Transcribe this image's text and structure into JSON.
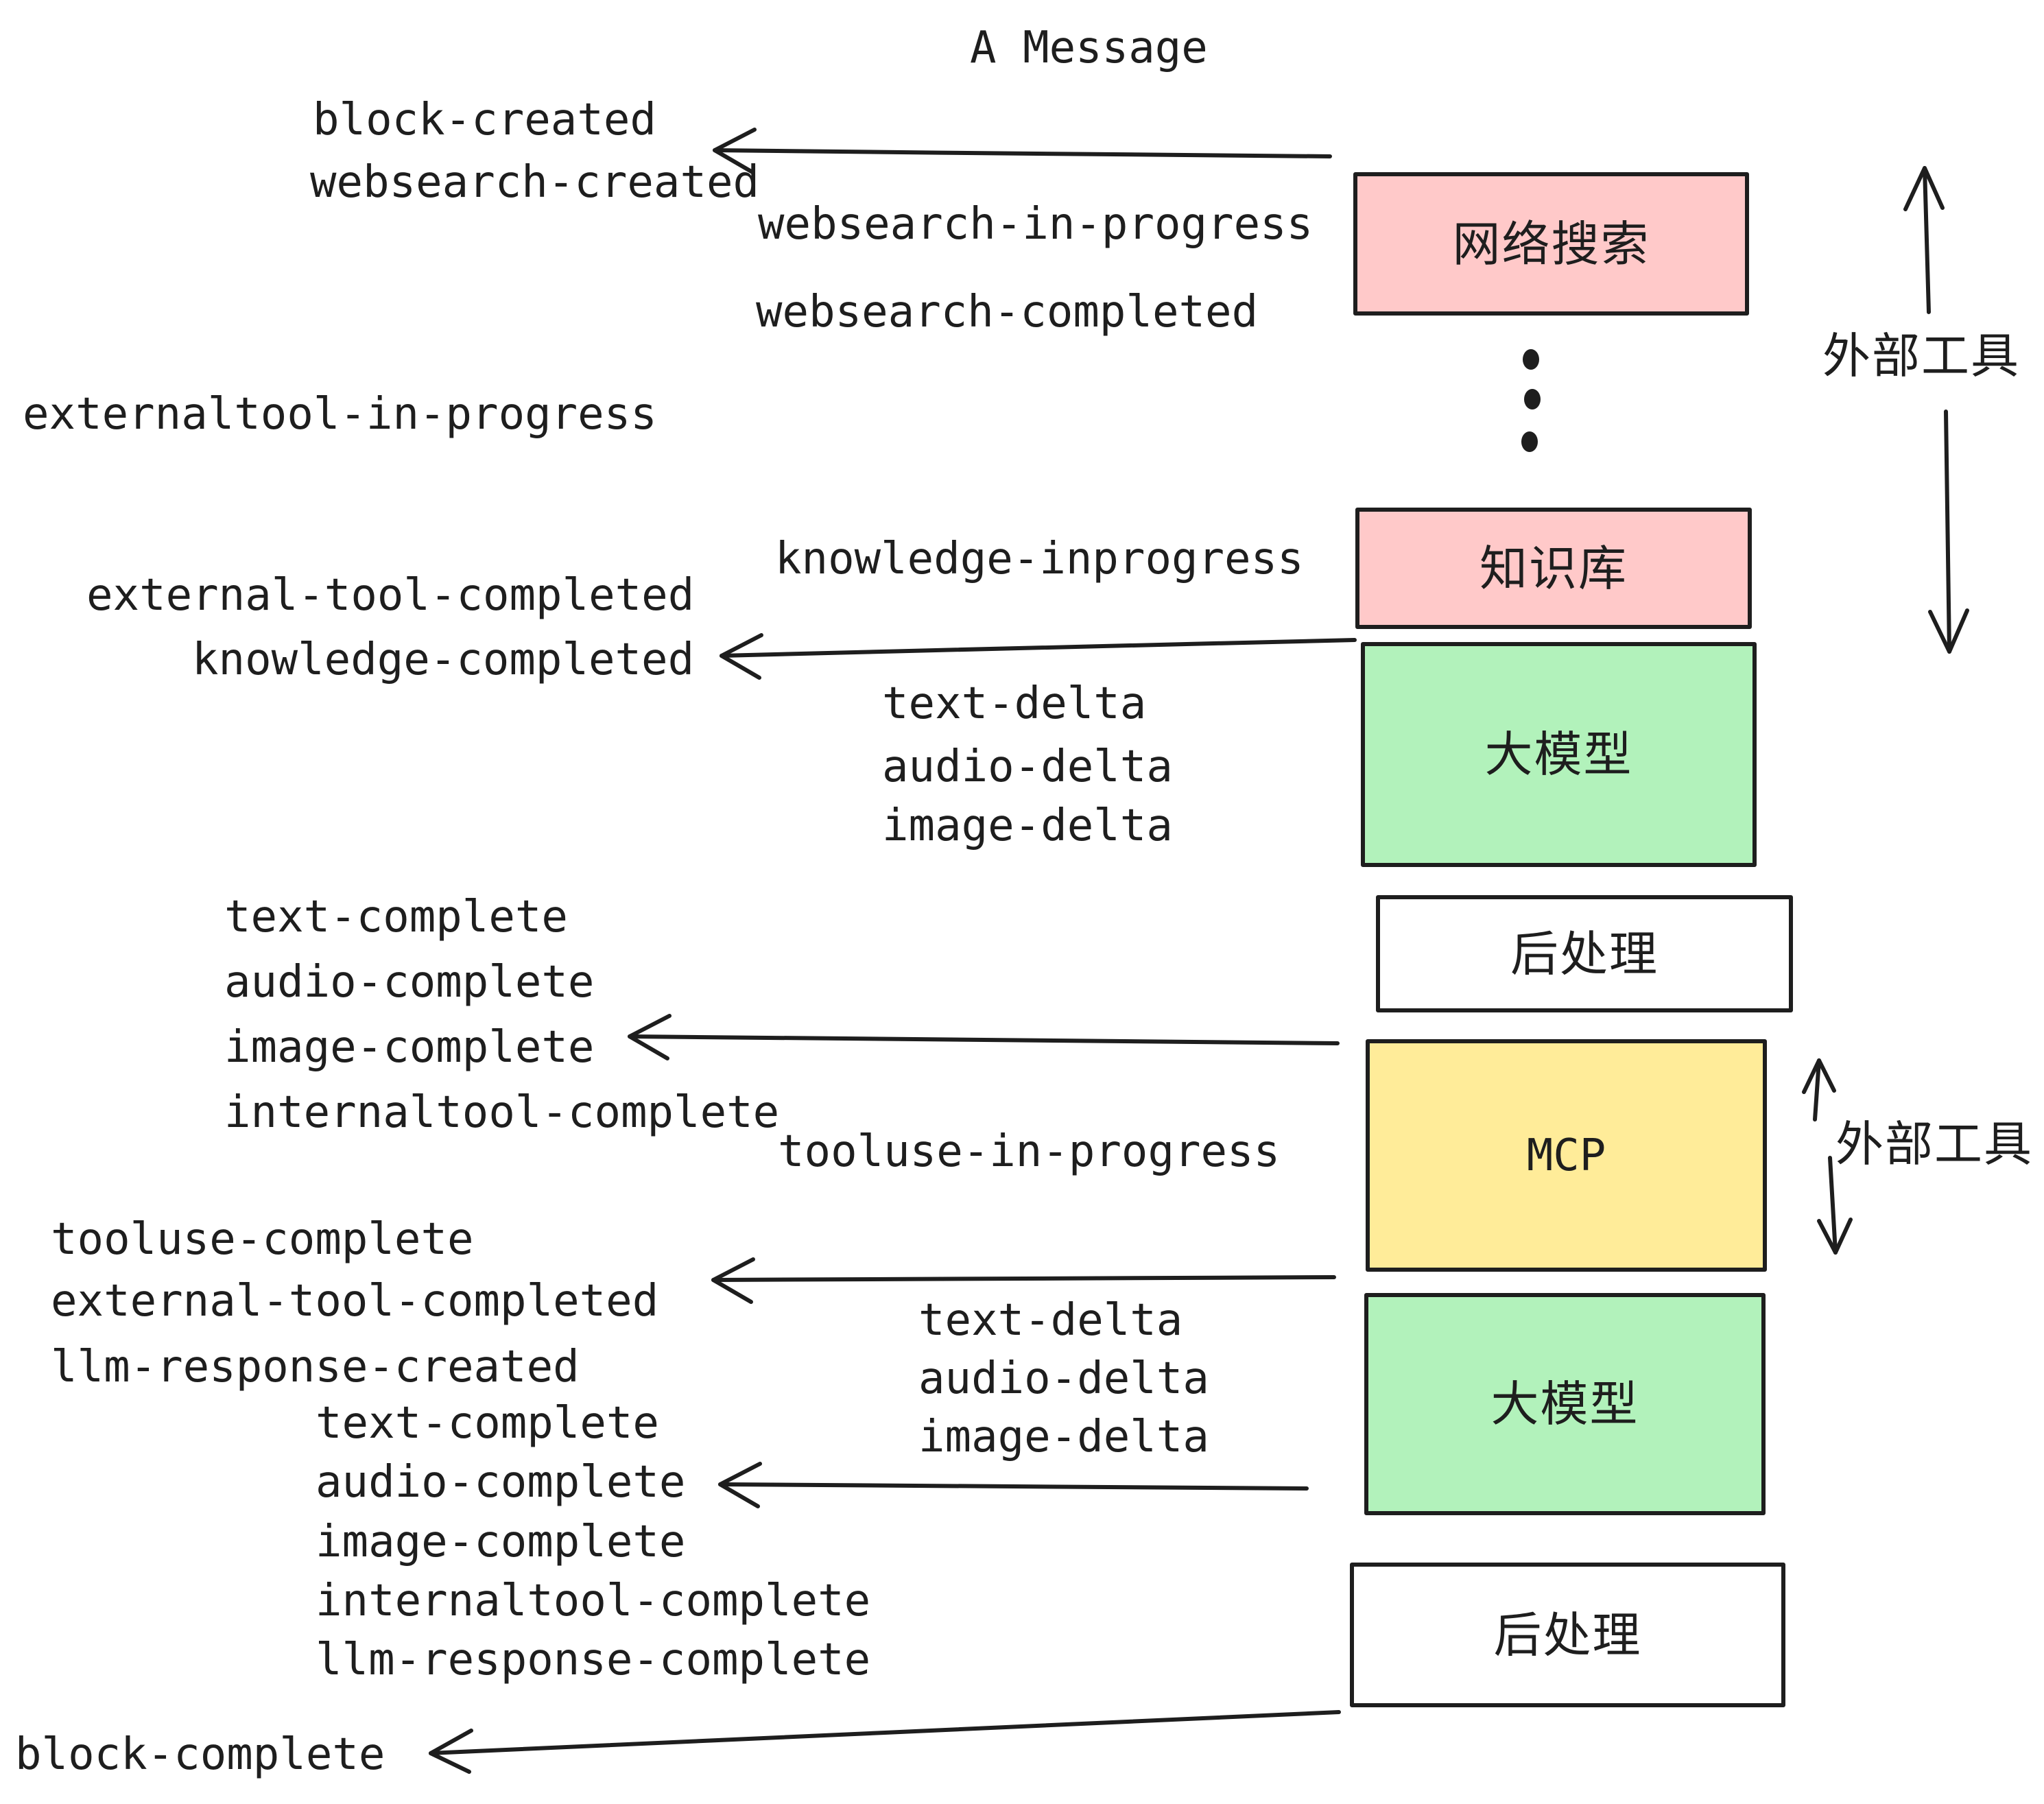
{
  "title": "A Message",
  "colors": {
    "ink": "#1e1e1e",
    "pink": "#ffc9c9",
    "green": "#b2f2bb",
    "yellow": "#ffec99",
    "white": "#ffffff"
  },
  "events": {
    "block_created": "block-created",
    "websearch_created": "websearch-created",
    "websearch_in_progress": "websearch-in-progress",
    "websearch_completed": "websearch-completed",
    "externaltool_in_progress": "externaltool-in-progress",
    "knowledge_inprogress": "knowledge-inprogress",
    "external_tool_completed": "external-tool-completed",
    "knowledge_completed": "knowledge-completed",
    "text_delta": "text-delta",
    "audio_delta": "audio-delta",
    "image_delta": "image-delta",
    "text_complete": "text-complete",
    "audio_complete": "audio-complete",
    "image_complete": "image-complete",
    "internaltool_complete": "internaltool-complete",
    "tooluse_in_progress": "tooluse-in-progress",
    "tooluse_complete": "tooluse-complete",
    "llm_response_created": "llm-response-created",
    "llm_response_complete": "llm-response-complete",
    "block_complete": "block-complete"
  },
  "boxes": {
    "websearch": {
      "label": "网络搜索",
      "fill": "#ffc9c9"
    },
    "knowledge": {
      "label": "知识库",
      "fill": "#ffc9c9"
    },
    "llm1": {
      "label": "大模型",
      "fill": "#b2f2bb"
    },
    "post1": {
      "label": "后处理",
      "fill": "#ffffff"
    },
    "mcp": {
      "label": "MCP",
      "fill": "#ffec99"
    },
    "llm2": {
      "label": "大模型",
      "fill": "#b2f2bb"
    },
    "post2": {
      "label": "后处理",
      "fill": "#ffffff"
    }
  },
  "side_labels": {
    "external_tools_top": "外部工具",
    "external_tools_mid": "外部工具"
  }
}
